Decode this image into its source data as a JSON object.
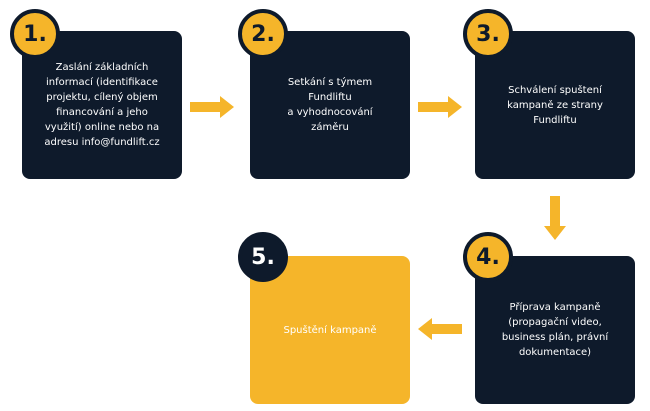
{
  "colors": {
    "navy": "#0e1a2b",
    "yellow": "#f5b52a",
    "background": "#ffffff"
  },
  "steps": [
    {
      "number": "1.",
      "text": "Zaslání základních\ninformací (identifikace\nprojektu, cílený objem\nfinancování a jeho\nvyužití) online nebo na\nadresu info@fundlift.cz"
    },
    {
      "number": "2.",
      "text": "Setkání s týmem\nFundliftu\na vyhodnocování\nzáměru"
    },
    {
      "number": "3.",
      "text": "Schválení spuštení\nkampaně ze strany\nFundliftu"
    },
    {
      "number": "4.",
      "text": "Příprava kampaně\n(propagační video,\nbusiness plán, právní\ndokumentace)"
    },
    {
      "number": "5.",
      "text": "Spuštění kampaně"
    }
  ],
  "arrows": [
    {
      "from": "1",
      "to": "2",
      "direction": "right"
    },
    {
      "from": "2",
      "to": "3",
      "direction": "right"
    },
    {
      "from": "3",
      "to": "4",
      "direction": "down"
    },
    {
      "from": "4",
      "to": "5",
      "direction": "left"
    }
  ]
}
